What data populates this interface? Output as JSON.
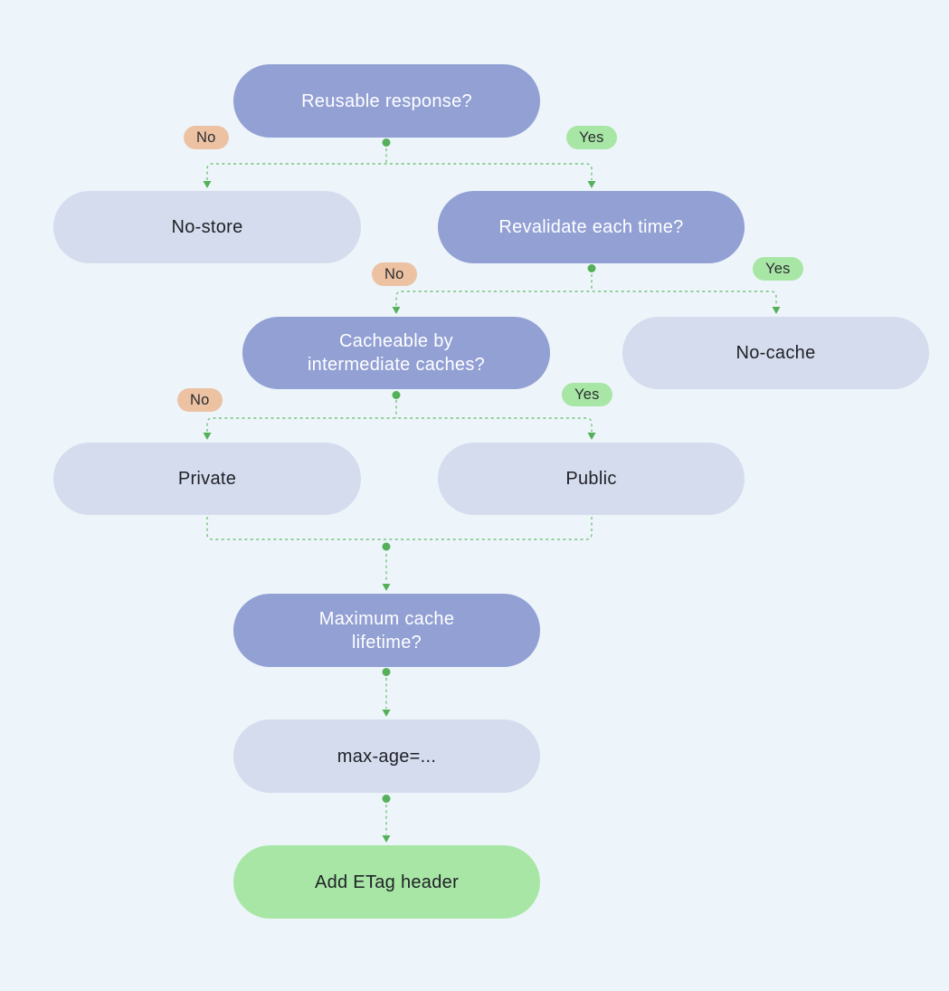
{
  "diagram": {
    "type": "flowchart",
    "background": "#edf5fa",
    "colors": {
      "question_fill": "#92a0d4",
      "question_text": "#ffffff",
      "answer_fill": "#d5dcee",
      "answer_text": "#202227",
      "terminal_fill": "#a8e6a6",
      "no_badge_fill": "#ecc2a3",
      "yes_badge_fill": "#a8e6a6",
      "connector_line": "#76c27c",
      "connector_marker": "#55b05a"
    },
    "nodes": [
      {
        "id": "reusable-response",
        "type": "question",
        "label": "Reusable response?"
      },
      {
        "id": "no-store",
        "type": "answer",
        "label": "No-store"
      },
      {
        "id": "revalidate-each-time",
        "type": "question",
        "label": "Revalidate each time?"
      },
      {
        "id": "cacheable-by-intermediate-caches",
        "type": "question",
        "label": "Cacheable by\nintermediate caches?"
      },
      {
        "id": "no-cache",
        "type": "answer",
        "label": "No-cache"
      },
      {
        "id": "private",
        "type": "answer",
        "label": "Private"
      },
      {
        "id": "public",
        "type": "answer",
        "label": "Public"
      },
      {
        "id": "maximum-cache-lifetime",
        "type": "question",
        "label": "Maximum cache\nlifetime?"
      },
      {
        "id": "max-age",
        "type": "answer",
        "label": "max-age=..."
      },
      {
        "id": "add-etag-header",
        "type": "terminal",
        "label": "Add ETag header"
      }
    ],
    "badges": [
      {
        "id": "no-1",
        "type": "no",
        "label": "No"
      },
      {
        "id": "yes-1",
        "type": "yes",
        "label": "Yes"
      },
      {
        "id": "no-2",
        "type": "no",
        "label": "No"
      },
      {
        "id": "yes-2",
        "type": "yes",
        "label": "Yes"
      },
      {
        "id": "no-3",
        "type": "no",
        "label": "No"
      },
      {
        "id": "yes-3",
        "type": "yes",
        "label": "Yes"
      }
    ]
  }
}
